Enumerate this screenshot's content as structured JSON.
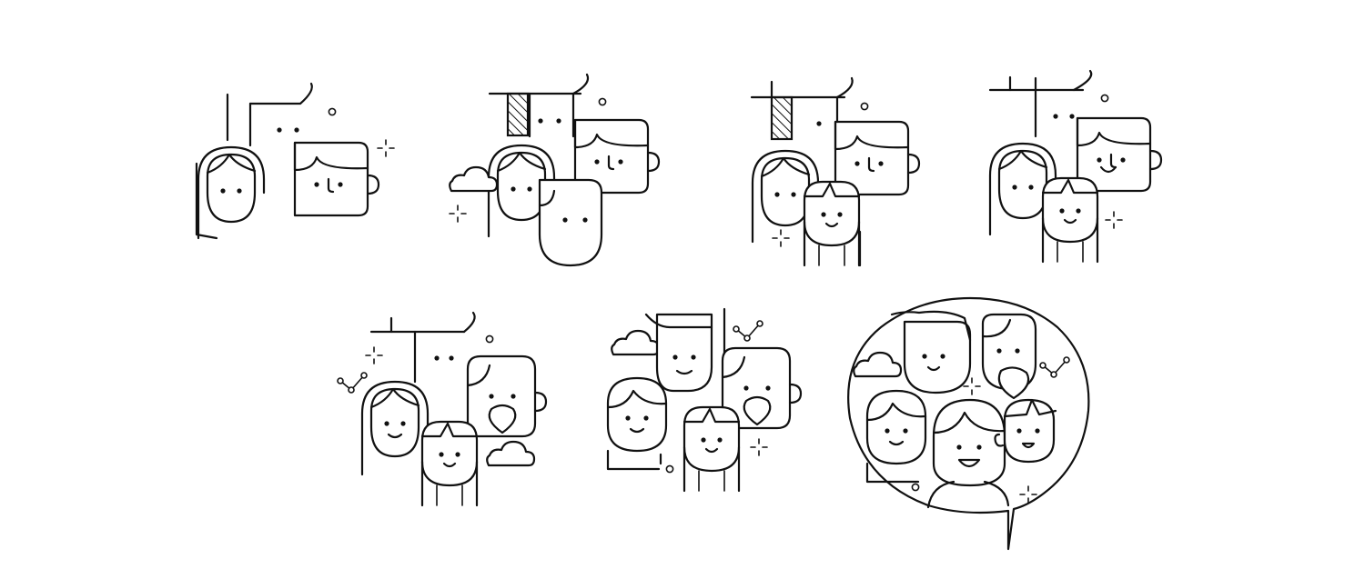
{
  "canvas": {
    "background": "#ffffff",
    "line_color": "#111111"
  },
  "icons": [
    {
      "id": "group-1",
      "people": 3
    },
    {
      "id": "group-2",
      "people": 4
    },
    {
      "id": "group-3",
      "people": 4
    },
    {
      "id": "group-4",
      "people": 4
    },
    {
      "id": "group-5",
      "people": 4
    },
    {
      "id": "group-6",
      "people": 4
    },
    {
      "id": "group-7",
      "people": 6,
      "container": "speech-bubble-icon"
    }
  ]
}
